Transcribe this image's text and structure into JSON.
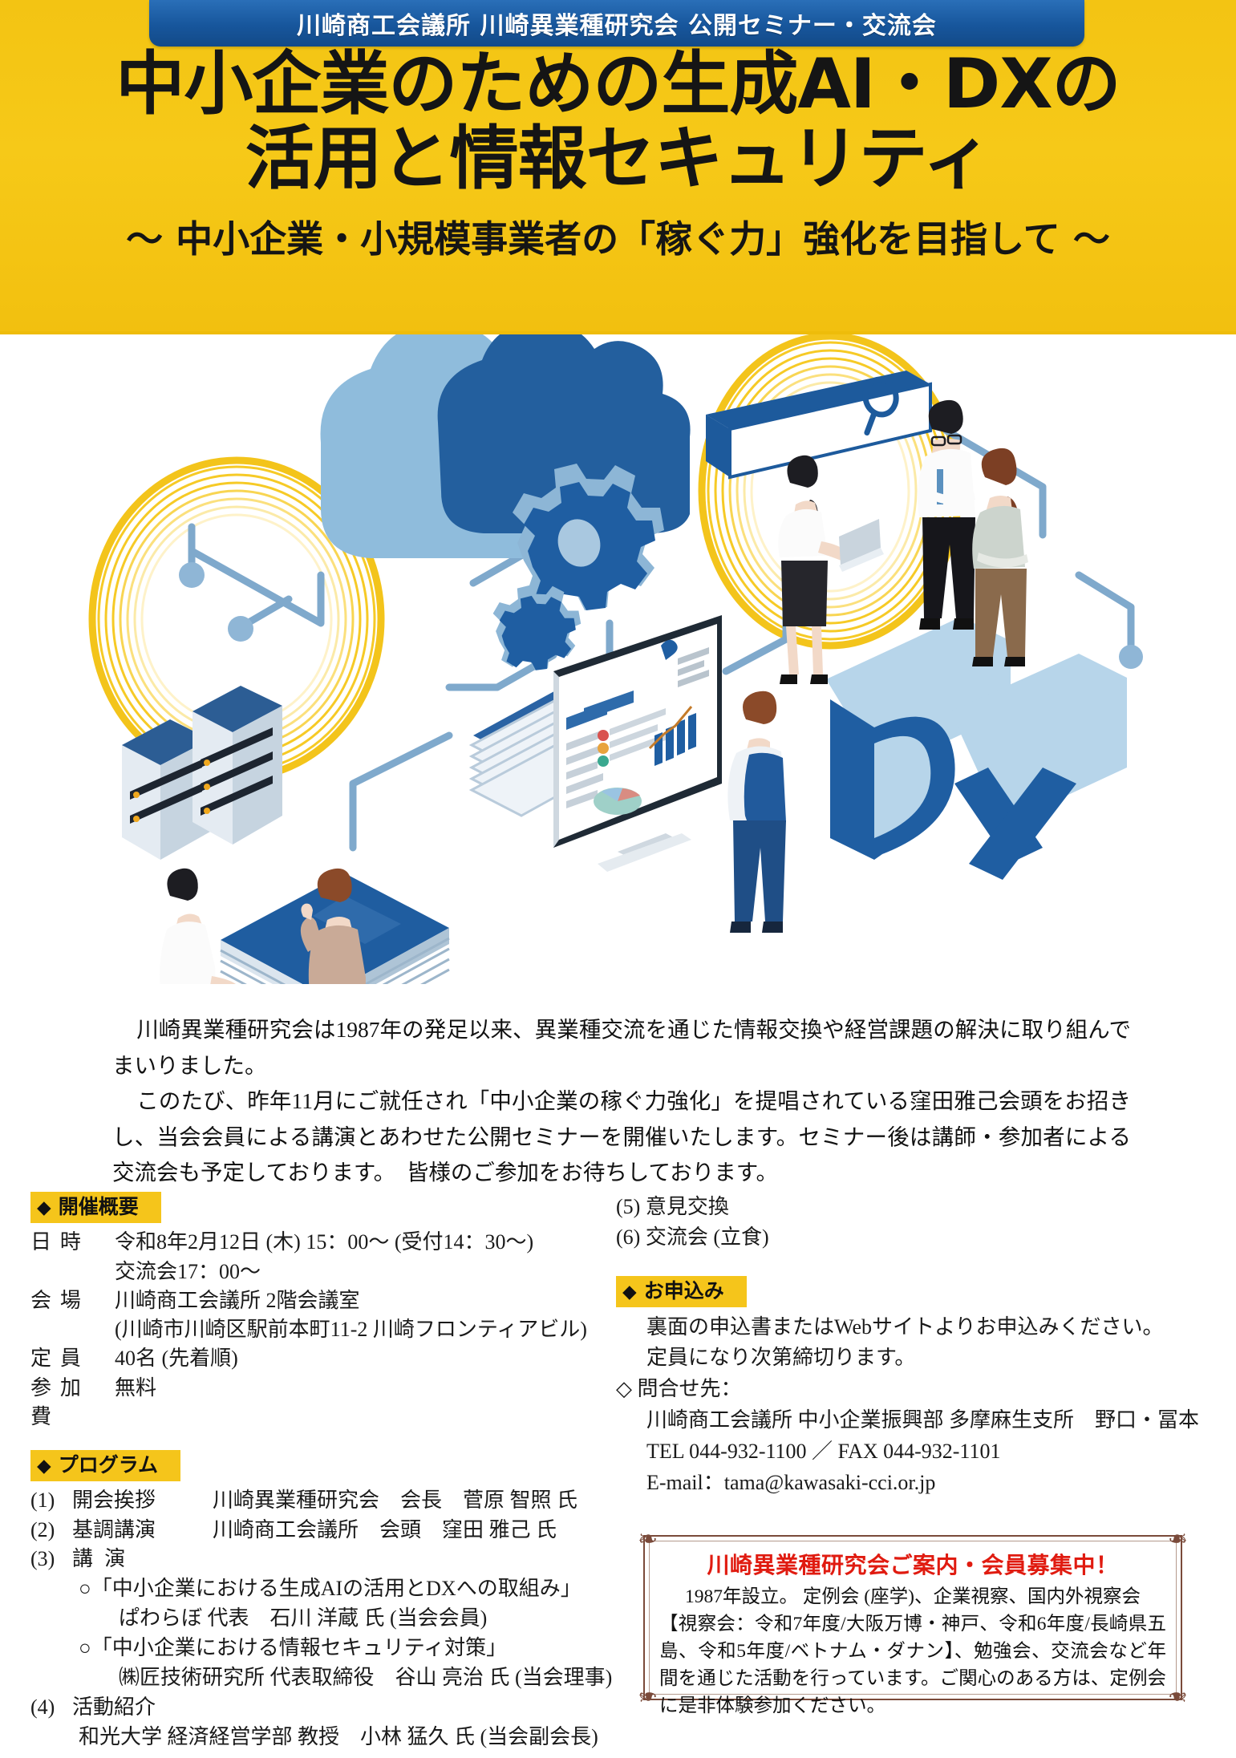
{
  "header": {
    "org_banner": "川崎商工会議所 川崎異業種研究会 公開セミナー・交流会",
    "title_line1": "中小企業のための生成AI・DXの",
    "title_line2": "活用と情報セキュリティ",
    "subtitle": "～ 中小企業・小規模事業者の「稼ぐ力」強化を目指して ～",
    "band_color": "#f5c518",
    "banner_color": "#1b5fa8"
  },
  "illustration": {
    "dx_label": "DX",
    "alt": "isometric illustration of cloud, servers, dashboard monitor, gears, documents and business people"
  },
  "intro": {
    "p1": "川崎異業種研究会は1987年の発足以来、異業種交流を通じた情報交換や経営課題の解決に取り組んでまいりました。",
    "p2": "このたび、昨年11月にご就任され「中小企業の稼ぐ力強化」を提唱されている窪田雅己会頭をお招きし、当会会員による講演とあわせた公開セミナーを開催いたします。セミナー後は講師・参加者による交流会も予定しております。　皆様のご参加をお待ちしております。"
  },
  "overview": {
    "heading": "開催概要",
    "diamond": "◆",
    "rows": [
      {
        "key": "日時",
        "value": "令和8年2月12日 (木) 15：00～ (受付14：30～)",
        "cont": "交流会17：00～"
      },
      {
        "key": "会場",
        "value": "川崎商工会議所 2階会議室",
        "cont": "(川崎市川崎区駅前本町11-2 川崎フロンティアビル)"
      },
      {
        "key": "定員",
        "value": "40名 (先着順)",
        "cont": ""
      },
      {
        "key": "参加費",
        "value": "無料",
        "cont": ""
      }
    ]
  },
  "program": {
    "heading": "プログラム",
    "diamond": "◆",
    "items": [
      {
        "num": "(1)",
        "title": "開会挨拶",
        "spaced": false,
        "detail": "川崎異業種研究会　会長　菅原 智照 氏"
      },
      {
        "num": "(2)",
        "title": "基調講演",
        "spaced": false,
        "detail": "川崎商工会議所　会頭　窪田 雅己 氏"
      },
      {
        "num": "(3)",
        "title": "講演",
        "spaced": true,
        "detail": ""
      }
    ],
    "talk1_title": "○「中小企業における生成AIの活用とDXへの取組み」",
    "talk1_speaker": "ぱわらぼ 代表　石川 洋蔵 氏 (当会会員)",
    "talk2_title": "○「中小企業における情報セキュリティ対策」",
    "talk2_speaker": "㈱匠技術研究所 代表取締役　谷山 亮治 氏 (当会理事)",
    "item4_num": "(4)",
    "item4_title": "活動紹介",
    "item4_speaker": "和光大学 経済経営学部 教授　小林 猛久 氏 (当会副会長)",
    "item5": "(5) 意見交換",
    "item6": "(6) 交流会 (立食)"
  },
  "apply": {
    "heading": "お申込み",
    "diamond": "◆",
    "line1": "裏面の申込書またはWebサイトよりお申込みください。",
    "line2": "定員になり次第締切ります。",
    "contact_marker": "◇",
    "contact_head": "問合せ先：",
    "contact_org": "川崎商工会議所 中小企業振興部 多摩麻生支所　野口・冨本",
    "contact_tel": "TEL  044-932-1100 ／ FAX  044-932-1101",
    "contact_email": "E-mail：tama@kawasaki-cci.or.jp"
  },
  "promo": {
    "title": "川崎異業種研究会ご案内・会員募集中！",
    "line1": "1987年設立。 定例会 (座学)、企業視察、国内外視察会",
    "body": "【視察会：令和7年度/大阪万博・神戸、令和6年度/長崎県五島、令和5年度/ベトナム・ダナン】、勉強会、交流会など年間を通じた活動を行っています。ご関心のある方は、定例会に是非体験参加ください。",
    "title_color": "#e01b10",
    "border_color": "#7a4a3a"
  }
}
